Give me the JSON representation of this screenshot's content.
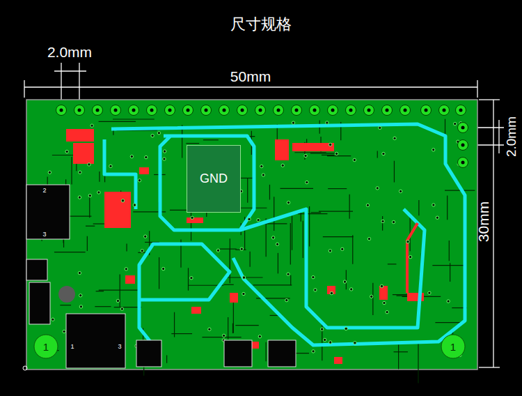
{
  "diagram": {
    "title": "尺寸规格",
    "nodes": [
      {
        "text": [
          "GND"
        ]
      },
      {
        "text": [
          "1"
        ]
      },
      {
        "text": [
          "1"
        ]
      }
    ],
    "labels": [
      "2.0mm",
      "50mm",
      "30mm",
      "2.0mm",
      "2",
      "3",
      "1",
      "3"
    ]
  }
}
